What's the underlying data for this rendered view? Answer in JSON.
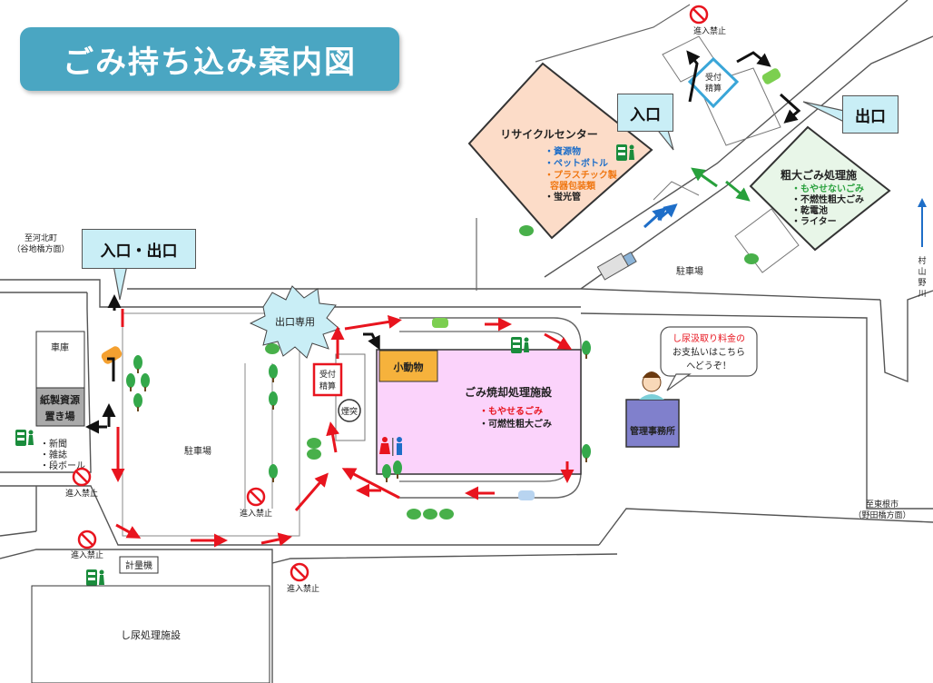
{
  "title": "ごみ持ち込み案内図",
  "callouts": {
    "entrance_exit": "入口・出口",
    "entrance": "入口",
    "exit": "出口",
    "exit_only": "出口専用"
  },
  "places": {
    "recycle_center": {
      "name": "リサイクルセンター",
      "items": [
        "・資源物",
        "・ペットボトル",
        "・プラスチック製",
        "容器包装類",
        "・蛍光管"
      ]
    },
    "bulky_waste": {
      "name": "粗大ごみ処理施",
      "items": [
        "・もやせないごみ",
        "・不燃性粗大ごみ",
        "・乾電池",
        "・ライター"
      ]
    },
    "incinerator": {
      "name": "ごみ焼却処理施設",
      "items": [
        "・もやせるごみ",
        "・可燃性粗大ごみ"
      ]
    },
    "small_animal": "小動物",
    "office": "管理事務所",
    "garage": "車庫",
    "paper_yard": [
      "紙製資源",
      "置き場"
    ],
    "paper_items": [
      "・新聞",
      "・雑誌",
      "・段ボール"
    ],
    "chimney": "煙突",
    "scale": "計量機",
    "reception": [
      "受付",
      "精算"
    ],
    "reception_top": [
      "受付",
      "精算"
    ],
    "parking_main": "駐車場",
    "parking_top": "駐車場",
    "sewage": "し尿処理施設"
  },
  "speech": [
    "し尿汲取り料金の",
    "お支払いはこちら",
    "へどうぞ！"
  ],
  "directions": {
    "kawakita": [
      "至河北町",
      "（谷地橋方面）"
    ],
    "higashine": [
      "至東根市",
      "（野田橋方面）"
    ],
    "murayama": [
      "村",
      "山",
      "野",
      "川"
    ]
  },
  "no_entry": "進入禁止",
  "colors": {
    "banner": "#4aa6c2",
    "callout": "#c9eef6",
    "recycle_fill": "#fcdcc8",
    "bulky_fill": "#e8f6e8",
    "incinerator_fill": "#fbd3fb",
    "office_fill": "#8080cc",
    "small_animal_fill": "#f6b23c",
    "arrow_red": "#e8141e",
    "arrow_blue": "#1e6ec8",
    "arrow_green": "#28a03c"
  },
  "icons": [
    "no-entry-icon",
    "recycle-bin-icon",
    "toilet-icon",
    "tree-icon",
    "car-icon",
    "truck-icon",
    "arrow-icon",
    "staff-icon"
  ]
}
